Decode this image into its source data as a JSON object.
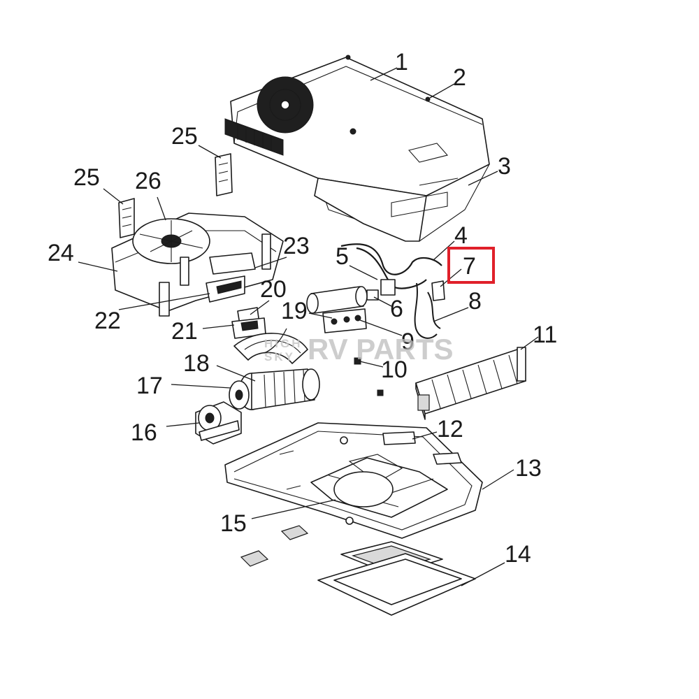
{
  "diagram": {
    "callouts": [
      "1",
      "2",
      "3",
      "4",
      "5",
      "6",
      "7",
      "8",
      "9",
      "10",
      "11",
      "12",
      "13",
      "14",
      "15",
      "16",
      "17",
      "18",
      "19",
      "20",
      "21",
      "22",
      "23",
      "24",
      "25",
      "25",
      "26"
    ],
    "highlighted_callout": "7",
    "highlight_color": "#e0202a",
    "watermark": {
      "brand": "RV PARTS",
      "prefix_top": "HIGH",
      "prefix_bottom": "SKY"
    }
  }
}
